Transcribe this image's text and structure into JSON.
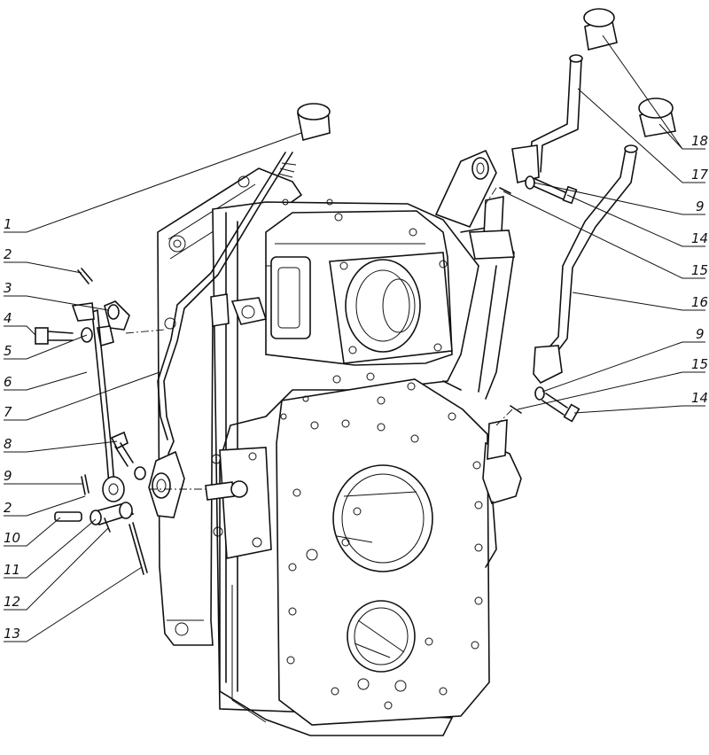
{
  "callouts": {
    "left": [
      "1",
      "2",
      "3",
      "4",
      "5",
      "6",
      "7",
      "8",
      "9",
      "2",
      "10",
      "11",
      "12",
      "13"
    ],
    "right": [
      "18",
      "17",
      "9",
      "14",
      "15",
      "16",
      "9",
      "15",
      "14"
    ]
  }
}
